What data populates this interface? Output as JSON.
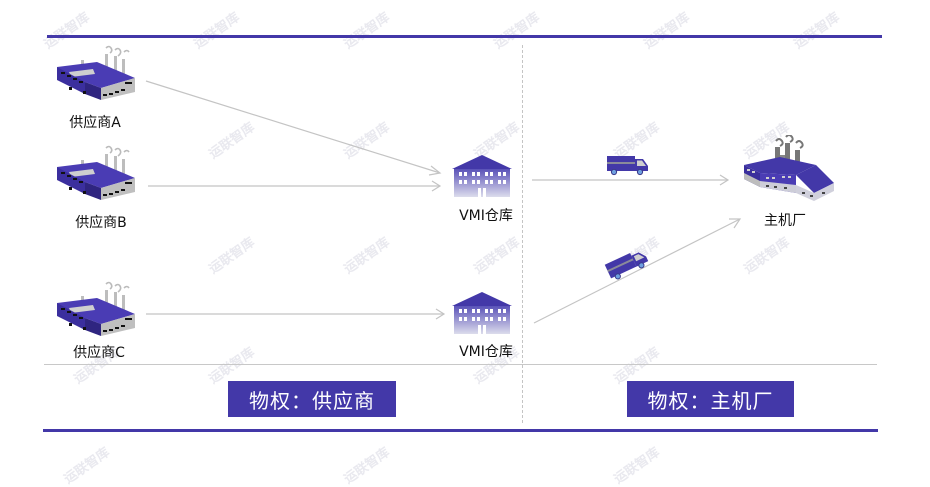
{
  "diagram": {
    "suppliers": [
      {
        "label": "供应商A",
        "icon": "factory-icon"
      },
      {
        "label": "供应商B",
        "icon": "factory-icon"
      },
      {
        "label": "供应商C",
        "icon": "factory-icon"
      }
    ],
    "warehouses": [
      {
        "label": "VMI仓库",
        "icon": "warehouse-icon"
      },
      {
        "label": "VMI仓库",
        "icon": "warehouse-icon"
      }
    ],
    "oem": {
      "label": "主机厂",
      "icon": "main-factory-icon"
    },
    "trucks": [
      {
        "icon": "truck-icon"
      },
      {
        "icon": "truck-icon-tilted"
      }
    ],
    "ownership_left": "物权：供应商",
    "ownership_right": "物权：主机厂",
    "watermark": "运联智库",
    "colors": {
      "accent": "#4338a8",
      "line": "#c8c8c8",
      "text": "#111111"
    }
  }
}
